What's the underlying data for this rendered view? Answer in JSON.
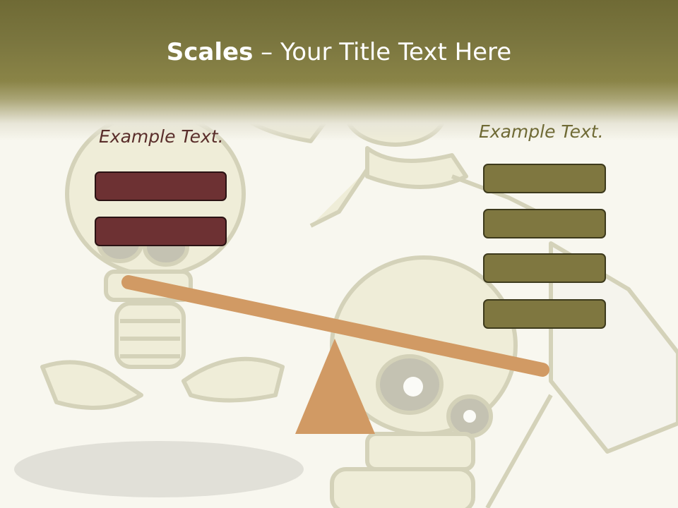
{
  "slide": {
    "title_bold": "Scales",
    "title_rest": " – Your Title Text Here",
    "left_label": "Example Text.",
    "right_label": "Example Text."
  },
  "colors": {
    "header": "#7b763f",
    "left_accent": "#6d3133",
    "right_accent": "#7f7740",
    "seesaw": "#d19a64",
    "background": "#f8f7ef"
  },
  "left_boxes_count": 2,
  "right_boxes_count": 4
}
